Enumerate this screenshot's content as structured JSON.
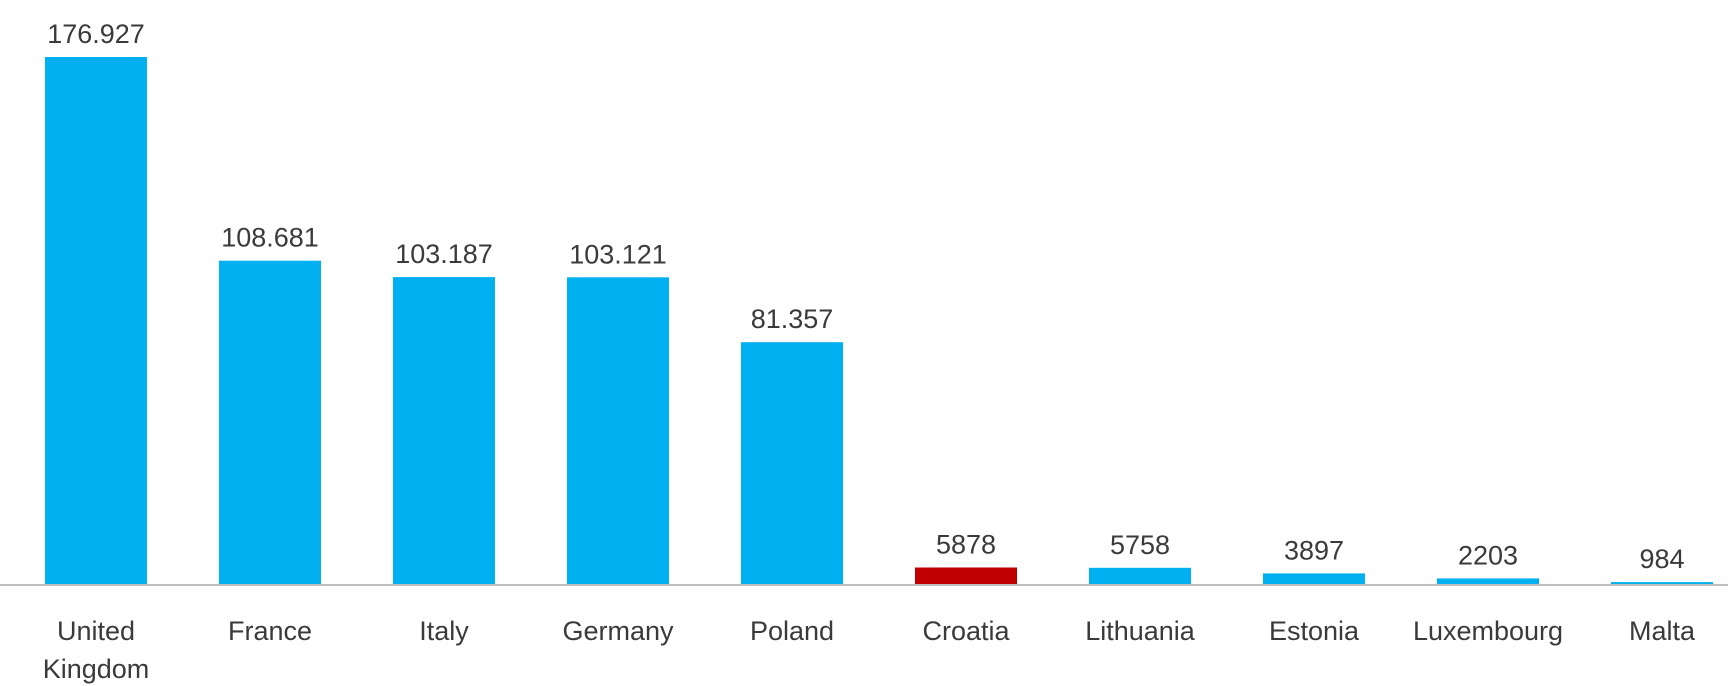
{
  "chart_data": {
    "type": "bar",
    "title": "",
    "xlabel": "",
    "ylabel": "",
    "categories": [
      [
        "United",
        "Kingdom"
      ],
      [
        "France"
      ],
      [
        "Italy"
      ],
      [
        "Germany"
      ],
      [
        "Poland"
      ],
      [
        "Croatia"
      ],
      [
        "Lithuania"
      ],
      [
        "Estonia"
      ],
      [
        "Luxembourg"
      ],
      [
        "Malta"
      ]
    ],
    "values": [
      176927,
      108681,
      103187,
      103121,
      81357,
      5878,
      5758,
      3897,
      2203,
      984
    ],
    "value_labels": [
      "176.927",
      "108.681",
      "103.187",
      "103.121",
      "81.357",
      "5878",
      "5758",
      "3897",
      "2203",
      "984"
    ],
    "ylim": [
      0,
      176927
    ],
    "grid": false,
    "colors": {
      "default": "#00b0f0",
      "highlight": "#c00000",
      "axis": "#bfbfbf"
    },
    "highlight_index": 5
  }
}
